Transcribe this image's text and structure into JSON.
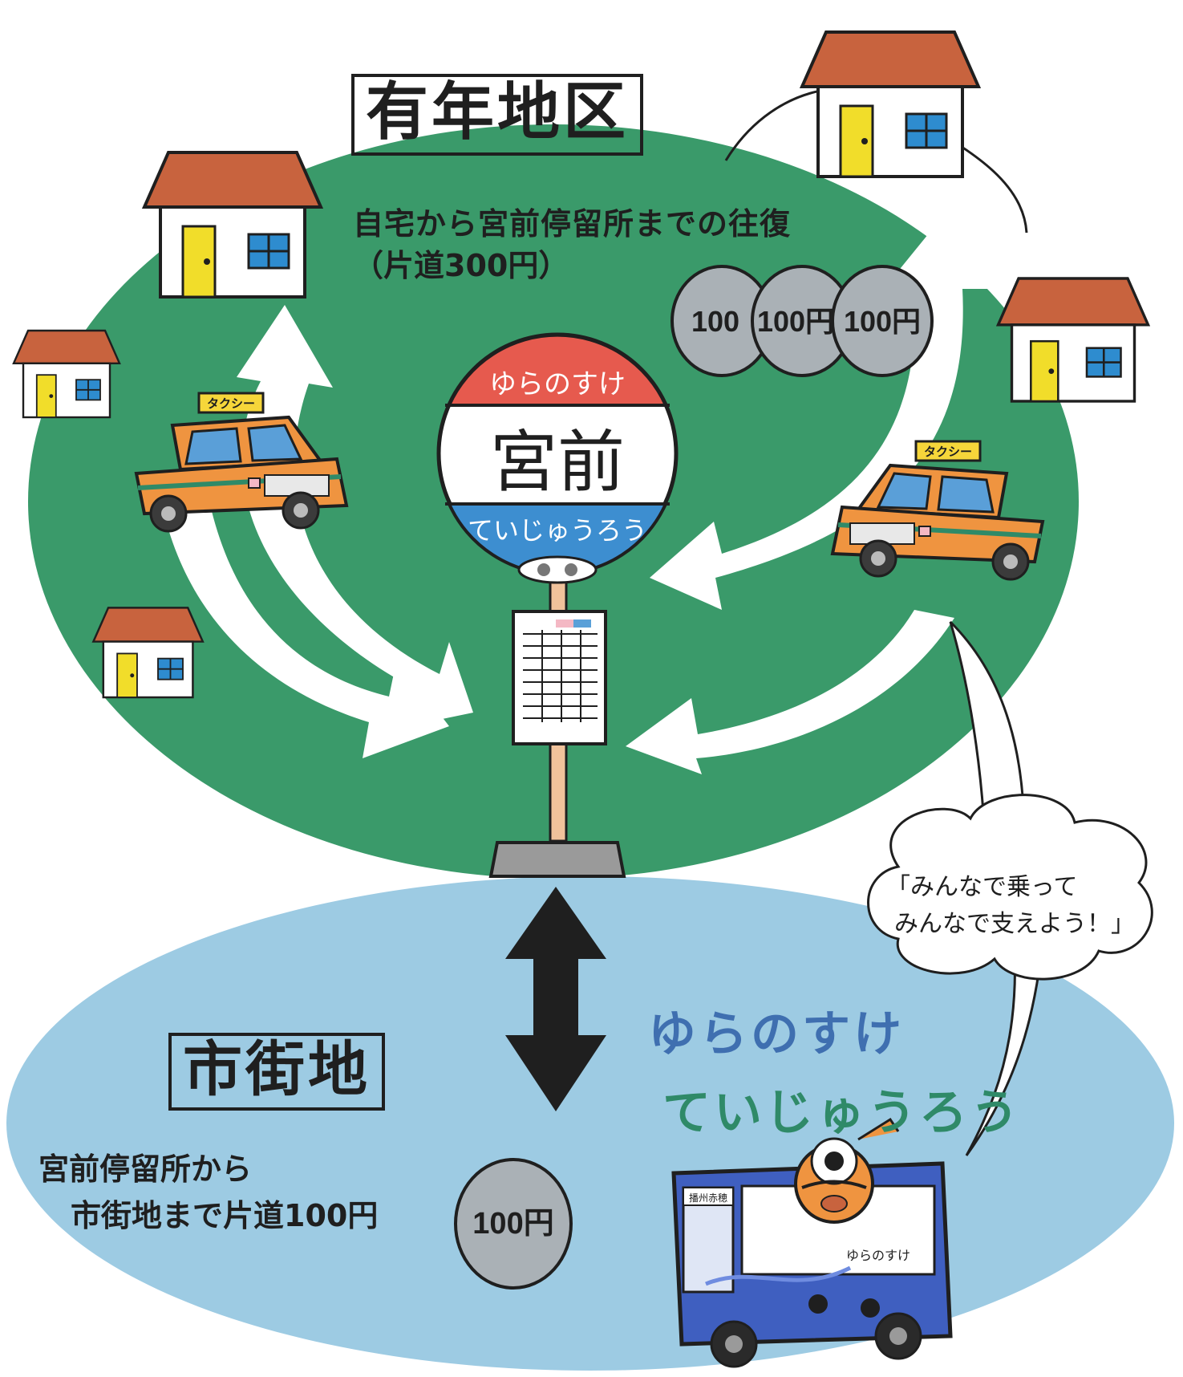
{
  "upper_area": {
    "name": "有年地区",
    "description": "自宅から宮前停留所までの往復",
    "fare_note": "（片道300円）",
    "coins": [
      "100",
      "100円",
      "100円"
    ]
  },
  "bus_stop": {
    "top_text": "ゆらのすけ",
    "name": "宮前",
    "bottom_text": "ていじゅうろう"
  },
  "taxi": {
    "roof_sign": "タクシー"
  },
  "lower_area": {
    "name": "市街地",
    "description_line1": "宮前停留所から",
    "description_line2": "市街地まで片道100円",
    "coin": "100円"
  },
  "service_name": {
    "line1": "ゆらのすけ",
    "line2": "ていじゅうろう"
  },
  "speech_bubble": {
    "line1": "「みんなで乗って",
    "line2": "みんなで支えよう！」"
  },
  "bus": {
    "destination_sign": "播州赤穂",
    "side_text": "ゆらのすけ"
  },
  "colors": {
    "green_area": "#3a9a6a",
    "blue_area": "#9dcbe3",
    "taxi_body": "#ef9440",
    "taxi_window": "#5a9fd8",
    "roof_red": "#c8633e",
    "coin_gray": "#aab1b6",
    "bus_blue": "#3f5fc0",
    "sign_red": "#e65a4e",
    "sign_blue": "#3d8ed0",
    "service_blue": "#3f6fb0",
    "service_green": "#2f8a68"
  }
}
